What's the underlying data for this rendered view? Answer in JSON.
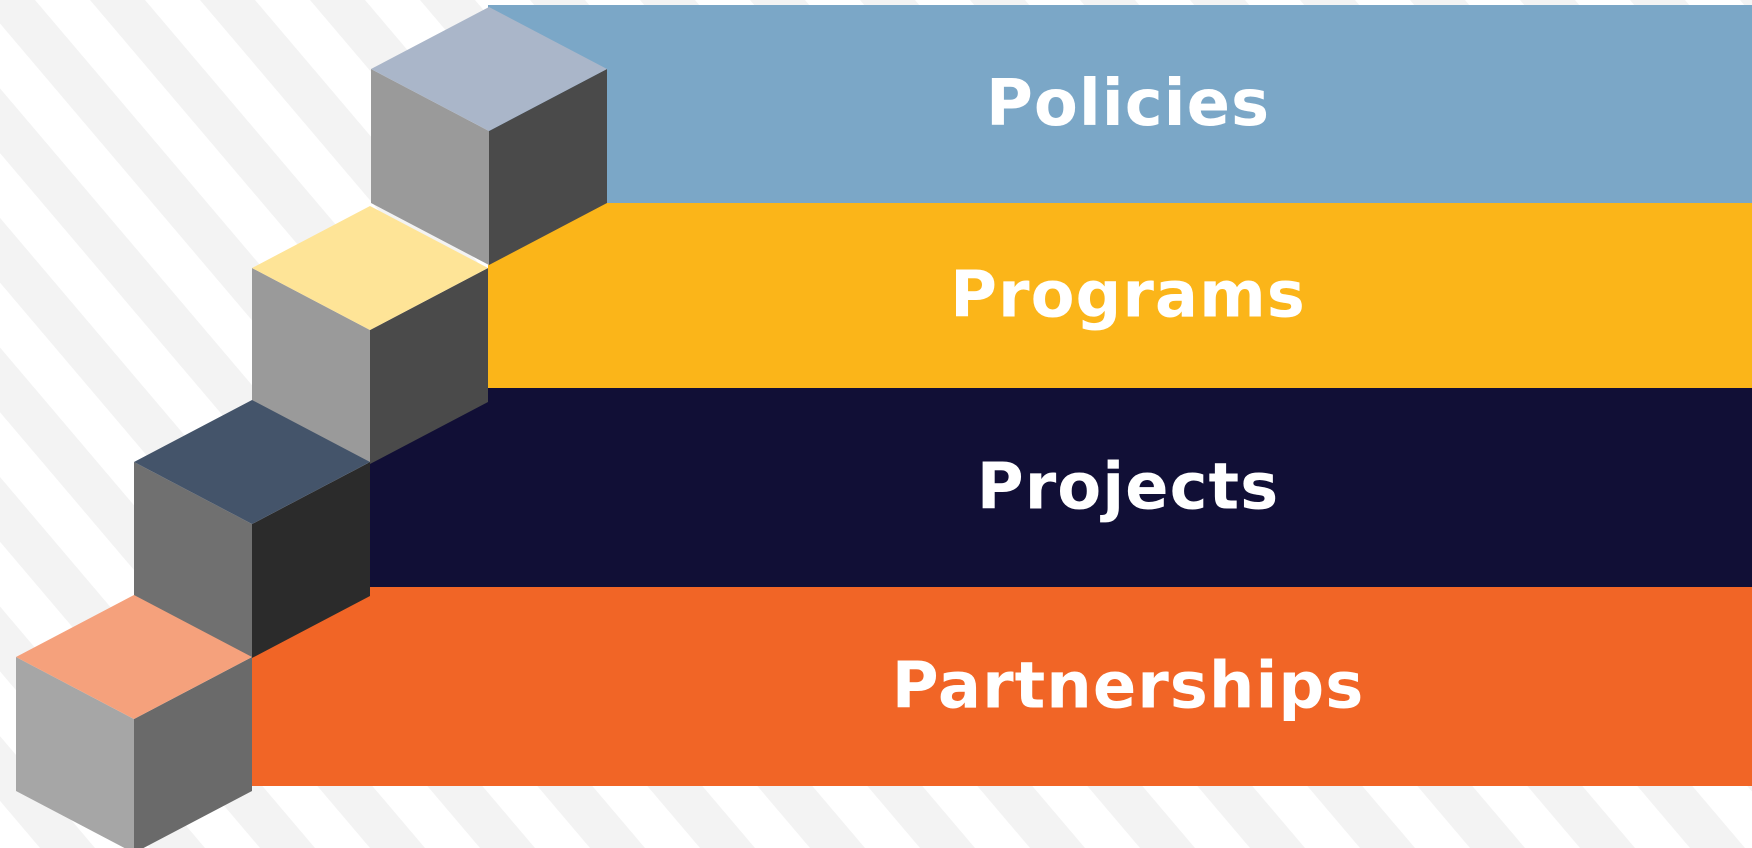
{
  "diagram": {
    "levels": [
      {
        "label": "Policies",
        "band_color": "#7BA7C7",
        "text_color": "#FFFFFF",
        "cube": {
          "top": "#AAB6C9",
          "left": "#9A9A9A",
          "right": "#4A4A4A"
        }
      },
      {
        "label": "Programs",
        "band_color": "#FBB519",
        "text_color": "#FFFFFF",
        "cube": {
          "top": "#FEE497",
          "left": "#9A9A9A",
          "right": "#4A4A4A"
        }
      },
      {
        "label": "Projects",
        "band_color": "#110F36",
        "text_color": "#FFFFFF",
        "cube": {
          "top": "#44546A",
          "left": "#707070",
          "right": "#2B2B2B"
        }
      },
      {
        "label": "Partnerships",
        "band_color": "#F16526",
        "text_color": "#FFFFFF",
        "cube": {
          "top": "#F5A17C",
          "left": "#A6A6A6",
          "right": "#6A6A6A"
        }
      }
    ],
    "background": {
      "color": "#FFFFFF",
      "stripe_color": "#F3F3F3"
    }
  }
}
